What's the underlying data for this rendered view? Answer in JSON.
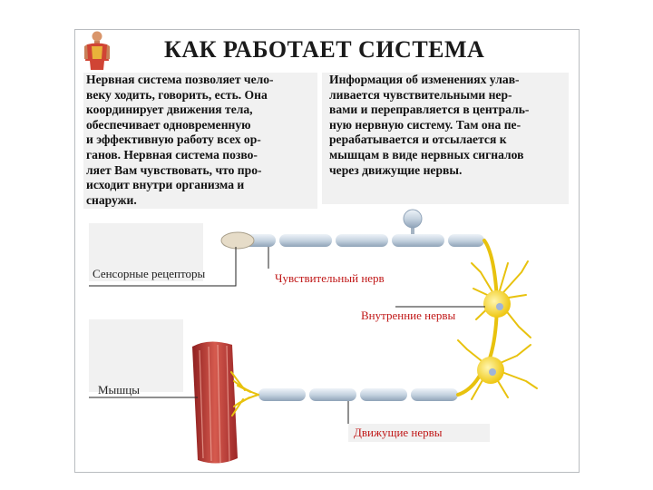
{
  "title": "КАК РАБОТАЕТ СИСТЕМА",
  "left_text": "Нервная система позволяет чело-\nвеку ходить, говорить, есть. Она\nкоординирует движения тела,\nобеспечивает одновременную\nи эффективную работу всех ор-\nганов. Нервная система позво-\nляет Вам чувствовать, что про-\nисходит внутри организма и\nснаружи.",
  "right_text": "Информация об изменениях улав-\nливается чувствительными нер-\nвами и переправляется в централь-\nную нервную систему. Там она пе-\nрерабатывается и отсылается к\nмышцам в виде нервных сигналов\nчерез движущие нервы.",
  "labels": {
    "sensory_receptors": "Сенсорные рецепторы",
    "sensory_nerve": "Чувствительный нерв",
    "internal_nerves": "Внутренние нервы",
    "muscles": "Мышцы",
    "motor_nerves": "Движущие нервы"
  },
  "colors": {
    "red_label": "#c01818",
    "nerve_fiber": "#c9d6e3",
    "neuron": "#f2d21c",
    "muscle": "#b83a3a"
  }
}
